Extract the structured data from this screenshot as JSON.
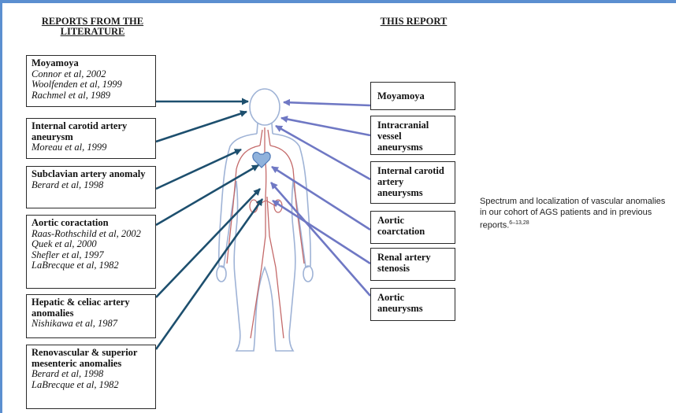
{
  "headings": {
    "literature": "REPORTS FROM THE LITERATURE",
    "this_report": "THIS REPORT"
  },
  "left_boxes": [
    {
      "title": "Moyamoya",
      "citations": [
        "Connor et al, 2002",
        "Woolfenden et al, 1999",
        "Rachmel et al, 1989"
      ]
    },
    {
      "title": "Internal carotid artery aneurysm",
      "citations": [
        "Moreau et al, 1999"
      ]
    },
    {
      "title": "Subclavian artery anomaly",
      "citations": [
        "Berard et al, 1998"
      ]
    },
    {
      "title": "Aortic coractation",
      "citations": [
        "Raas-Rothschild et al, 2002",
        "Quek et al, 2000",
        "Shefler et al, 1997",
        "LaBrecque et al, 1982"
      ]
    },
    {
      "title": "Hepatic & celiac artery anomalies",
      "citations": [
        "Nishikawa et al, 1987"
      ]
    },
    {
      "title": "Renovascular & superior mesenteric anomalies",
      "citations": [
        "Berard et al, 1998",
        "LaBrecque et al, 1982"
      ]
    }
  ],
  "right_boxes": [
    {
      "title": "Moyamoya"
    },
    {
      "title": "Intracranial vessel aneurysms"
    },
    {
      "title": "Internal carotid artery aneurysms"
    },
    {
      "title": "Aortic coarctation"
    },
    {
      "title": "Renal artery stenosis"
    },
    {
      "title": "Aortic aneurysms"
    }
  ],
  "caption": {
    "text": "Spectrum and localization of vascular anomalies in our cohort of AGS patients and in previous reports.",
    "refs": "6–13,28"
  },
  "colors": {
    "left_arrows": "#1d4f6e",
    "right_arrows": "#6f78c4",
    "body_outline": "#9fb3d6",
    "vessels": "#c46a6a",
    "frame": "#5b8fd0"
  }
}
